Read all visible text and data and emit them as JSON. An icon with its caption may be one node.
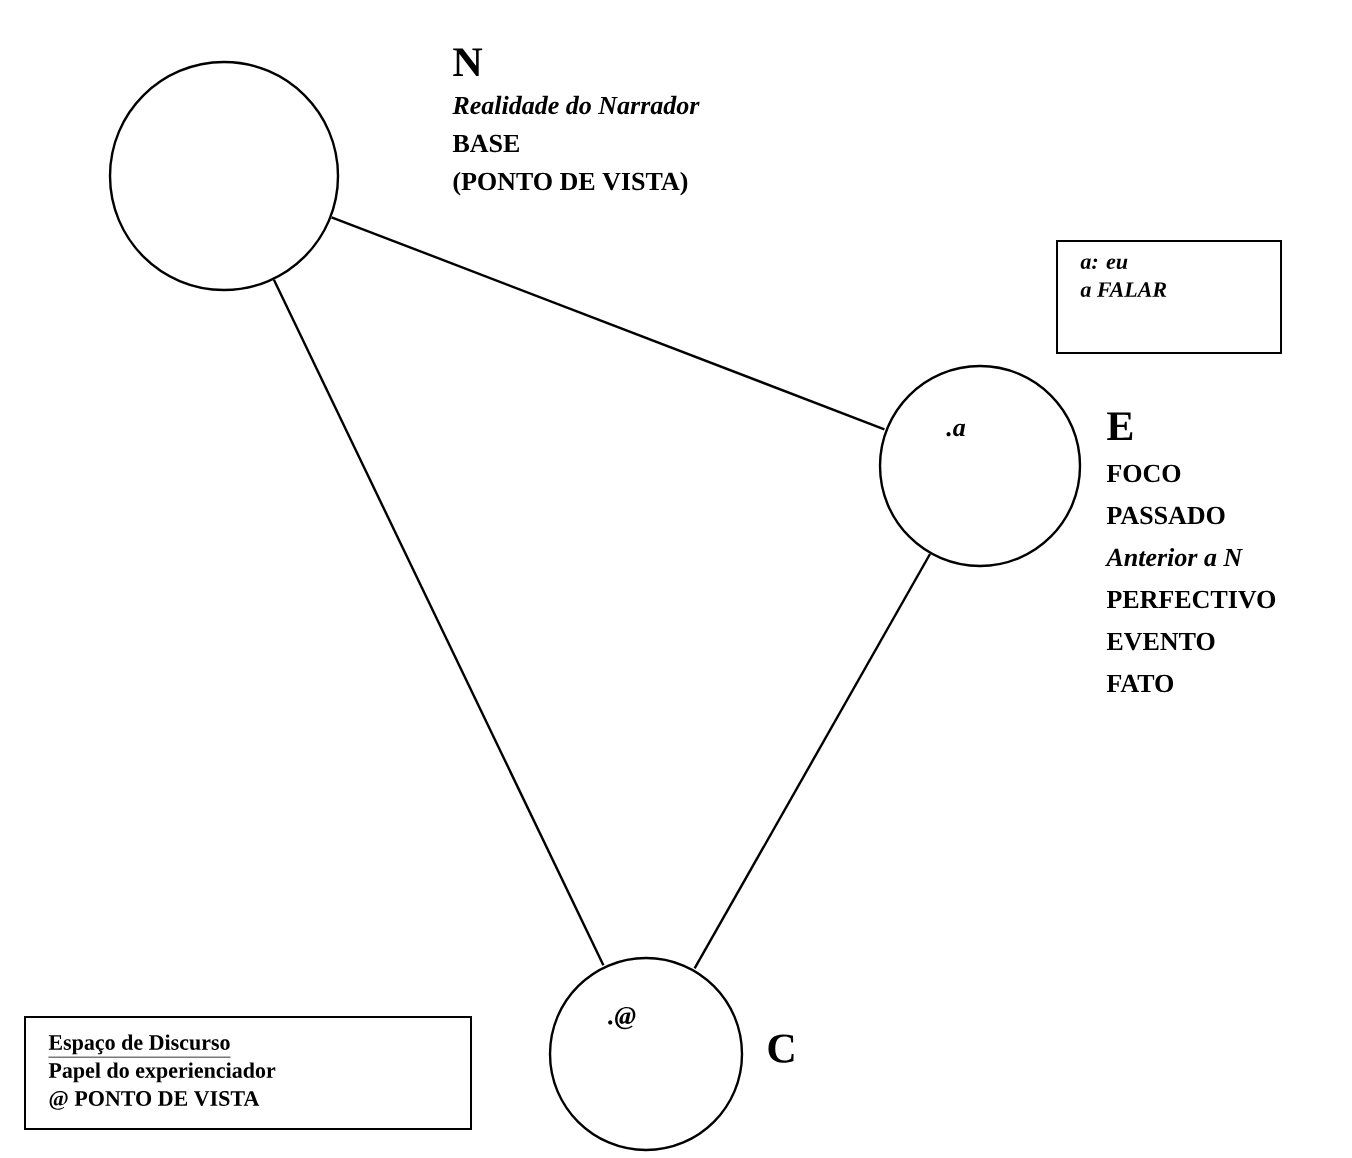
{
  "diagram": {
    "nodes": [
      {
        "text": [
          "N",
          "Realidade do Narrador",
          "BASE",
          "(PONTO DE VISTA)"
        ]
      },
      {
        "text": [
          ".a"
        ],
        "beside": [
          "E",
          "FOCO",
          "PASSADO",
          "Anterior a N",
          "PERFECTIVO",
          "EVENTO",
          "FATO"
        ]
      },
      {
        "text": [
          ".@"
        ],
        "beside": [
          "C"
        ]
      },
      {
        "text": [
          "a: eu",
          "a FALAR"
        ]
      },
      {
        "text": [
          "Espaço de Discurso",
          "Papel do experienciador",
          "@ PONTO DE VISTA"
        ]
      }
    ],
    "edges": [
      {
        "from": 0,
        "to": 1,
        "arrow": "none"
      },
      {
        "from": 0,
        "to": 2,
        "arrow": "none"
      },
      {
        "from": 1,
        "to": 2,
        "arrow": "none"
      }
    ]
  }
}
